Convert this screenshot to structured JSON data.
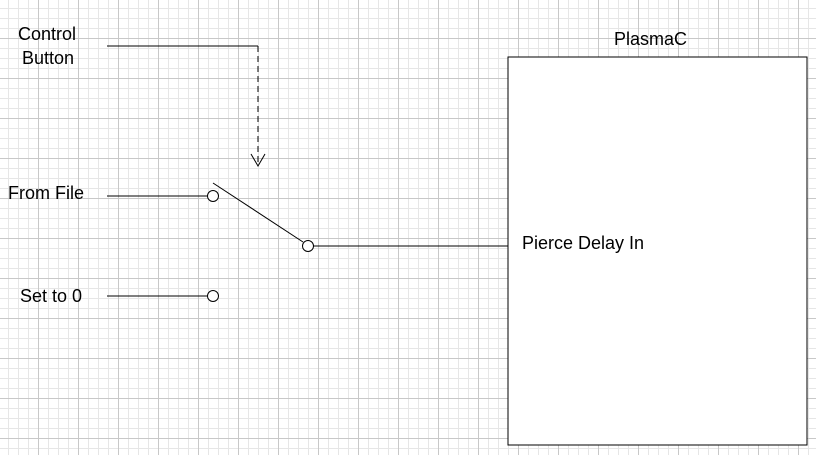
{
  "labels": {
    "control_line1": "Control",
    "control_line2": "Button",
    "from_file": "From File",
    "set_to_zero": "Set to 0",
    "block_title": "PlasmaC",
    "block_input": "Pierce Delay In"
  },
  "colors": {
    "stroke": "#000000",
    "background": "#ffffff",
    "grid_major": "#c8c8c8",
    "grid_minor": "#e6e6e6"
  }
}
